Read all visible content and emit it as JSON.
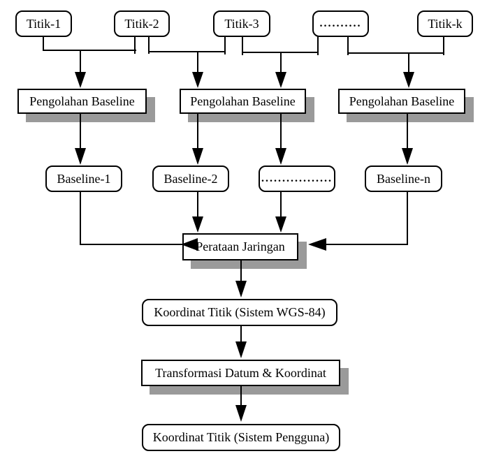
{
  "colors": {
    "background": "#ffffff",
    "box_fill": "#ffffff",
    "box_border": "#000000",
    "connector": "#000000",
    "shadow": "#9a9a9a"
  },
  "nodes": {
    "titik": [
      "Titik-1",
      "Titik-2",
      "Titik-3",
      "..........",
      "Titik-k"
    ],
    "pengolahan": [
      "Pengolahan Baseline",
      "Pengolahan Baseline",
      "Pengolahan Baseline"
    ],
    "baseline": [
      "Baseline-1",
      "Baseline-2",
      ".................",
      "Baseline-n"
    ],
    "perataan": "Perataan Jaringan",
    "koordinat_wgs84": "Koordinat Titik (Sistem WGS-84)",
    "transformasi": "Transformasi Datum & Koordinat",
    "koordinat_pengguna": "Koordinat Titik (Sistem Pengguna)"
  }
}
